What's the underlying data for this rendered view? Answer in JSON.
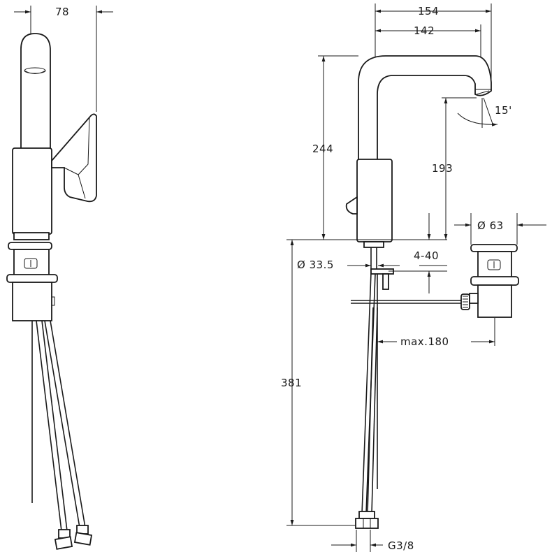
{
  "dimensions": {
    "side_width": "78",
    "overall_reach": "154",
    "spout_reach": "142",
    "spout_angle": "15'",
    "overall_height": "244",
    "spout_height": "193",
    "waste_diameter": "Ø 63",
    "hole_diameter": "Ø 33.5",
    "deck_thickness": "4-40",
    "rod_length": "max.180",
    "hose_length": "381",
    "connection_thread": "G3/8"
  }
}
